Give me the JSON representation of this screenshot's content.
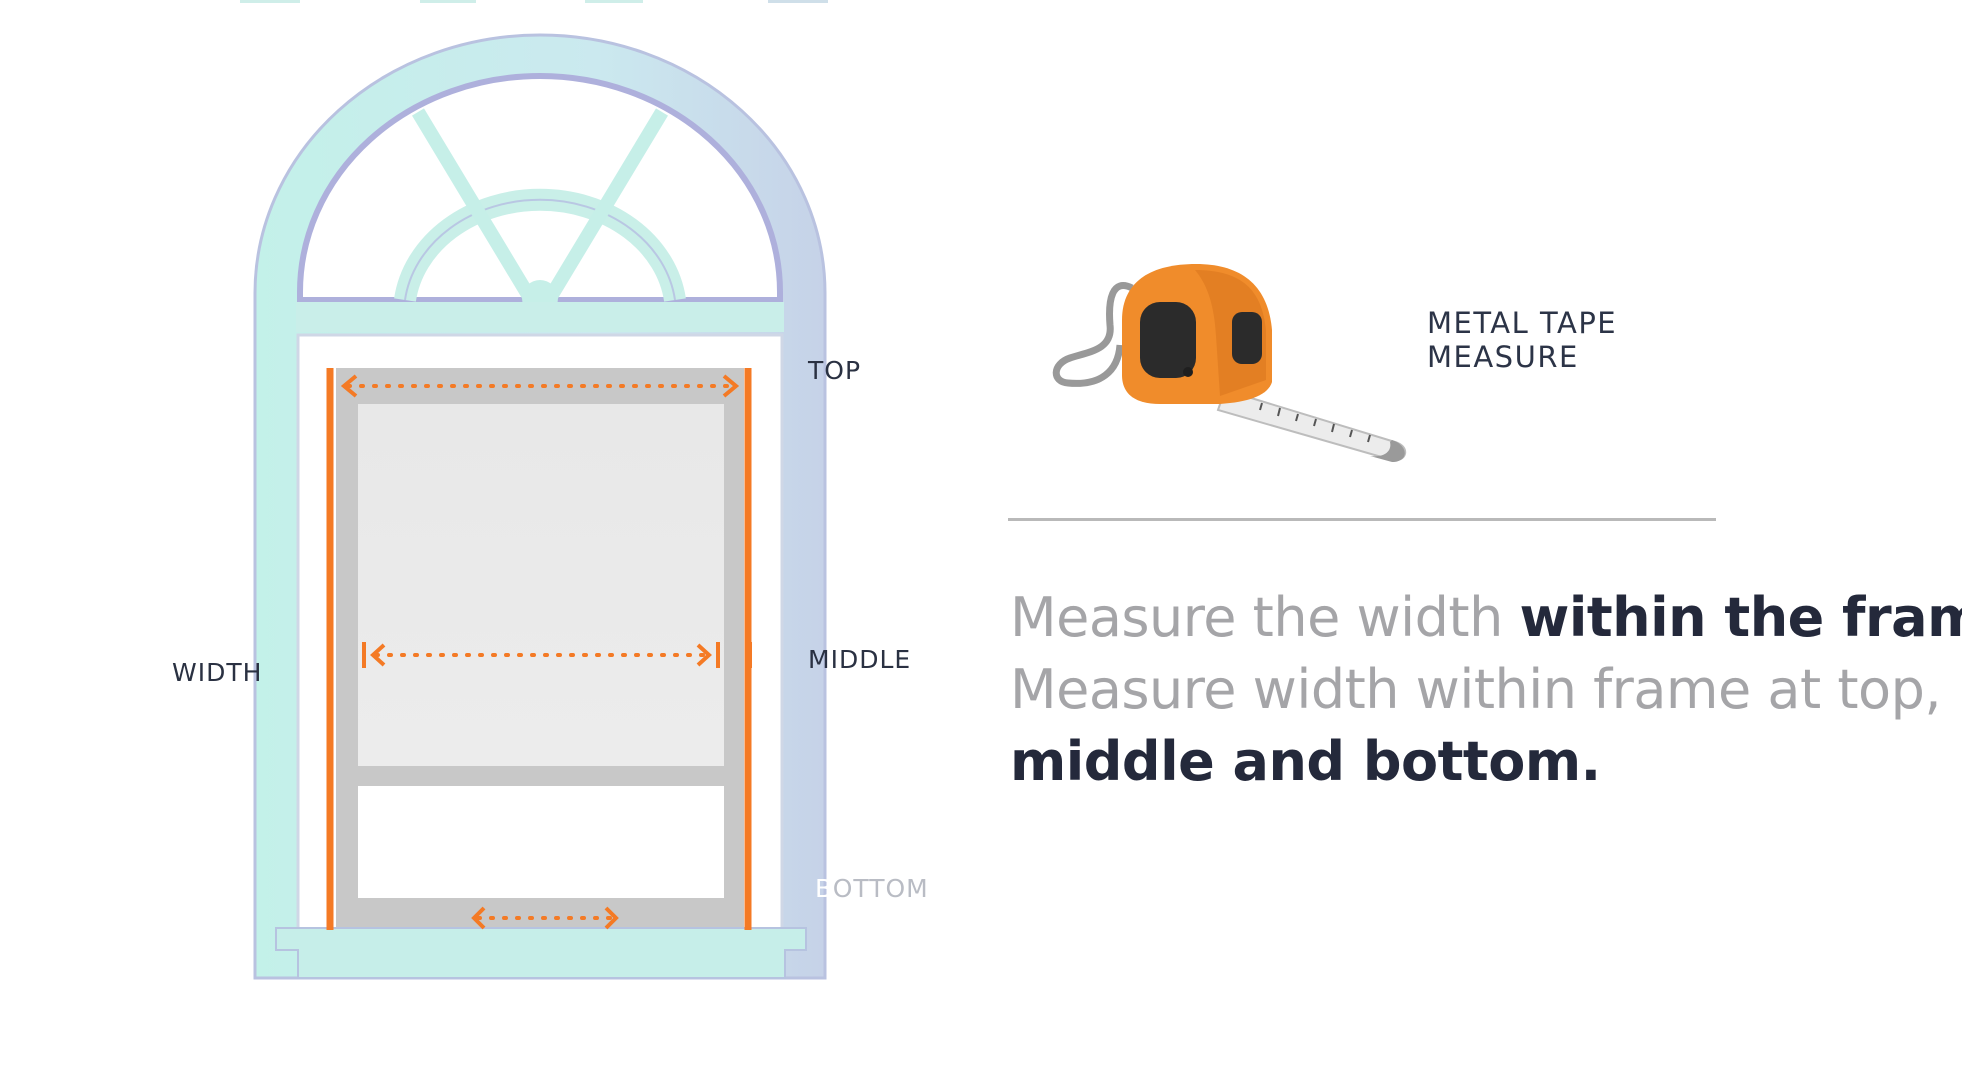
{
  "diagram": {
    "labels": {
      "top": "TOP",
      "middle": "MIDDLE",
      "width": "WIDTH",
      "bottom": "OTTOM",
      "bottom_hidden": "B"
    },
    "colors": {
      "frame": "#c6efec",
      "frame_shadow": "#b7b5df",
      "measure_line": "#f47a25",
      "glass": "#ebebeb",
      "sash": "#c9c9c9"
    }
  },
  "tape_measure": {
    "label_line1": "METAL TAPE",
    "label_line2": "MEASURE",
    "colors": {
      "body": "#f08c2b",
      "grip": "#2a2a2a",
      "blade": "#e6e6e6"
    }
  },
  "instructions": {
    "line1_light": "Measure the width ",
    "line1_strong": "within the frame.",
    "line2_light": "Measure width within frame at top,",
    "line3_strong": "middle and bottom."
  }
}
